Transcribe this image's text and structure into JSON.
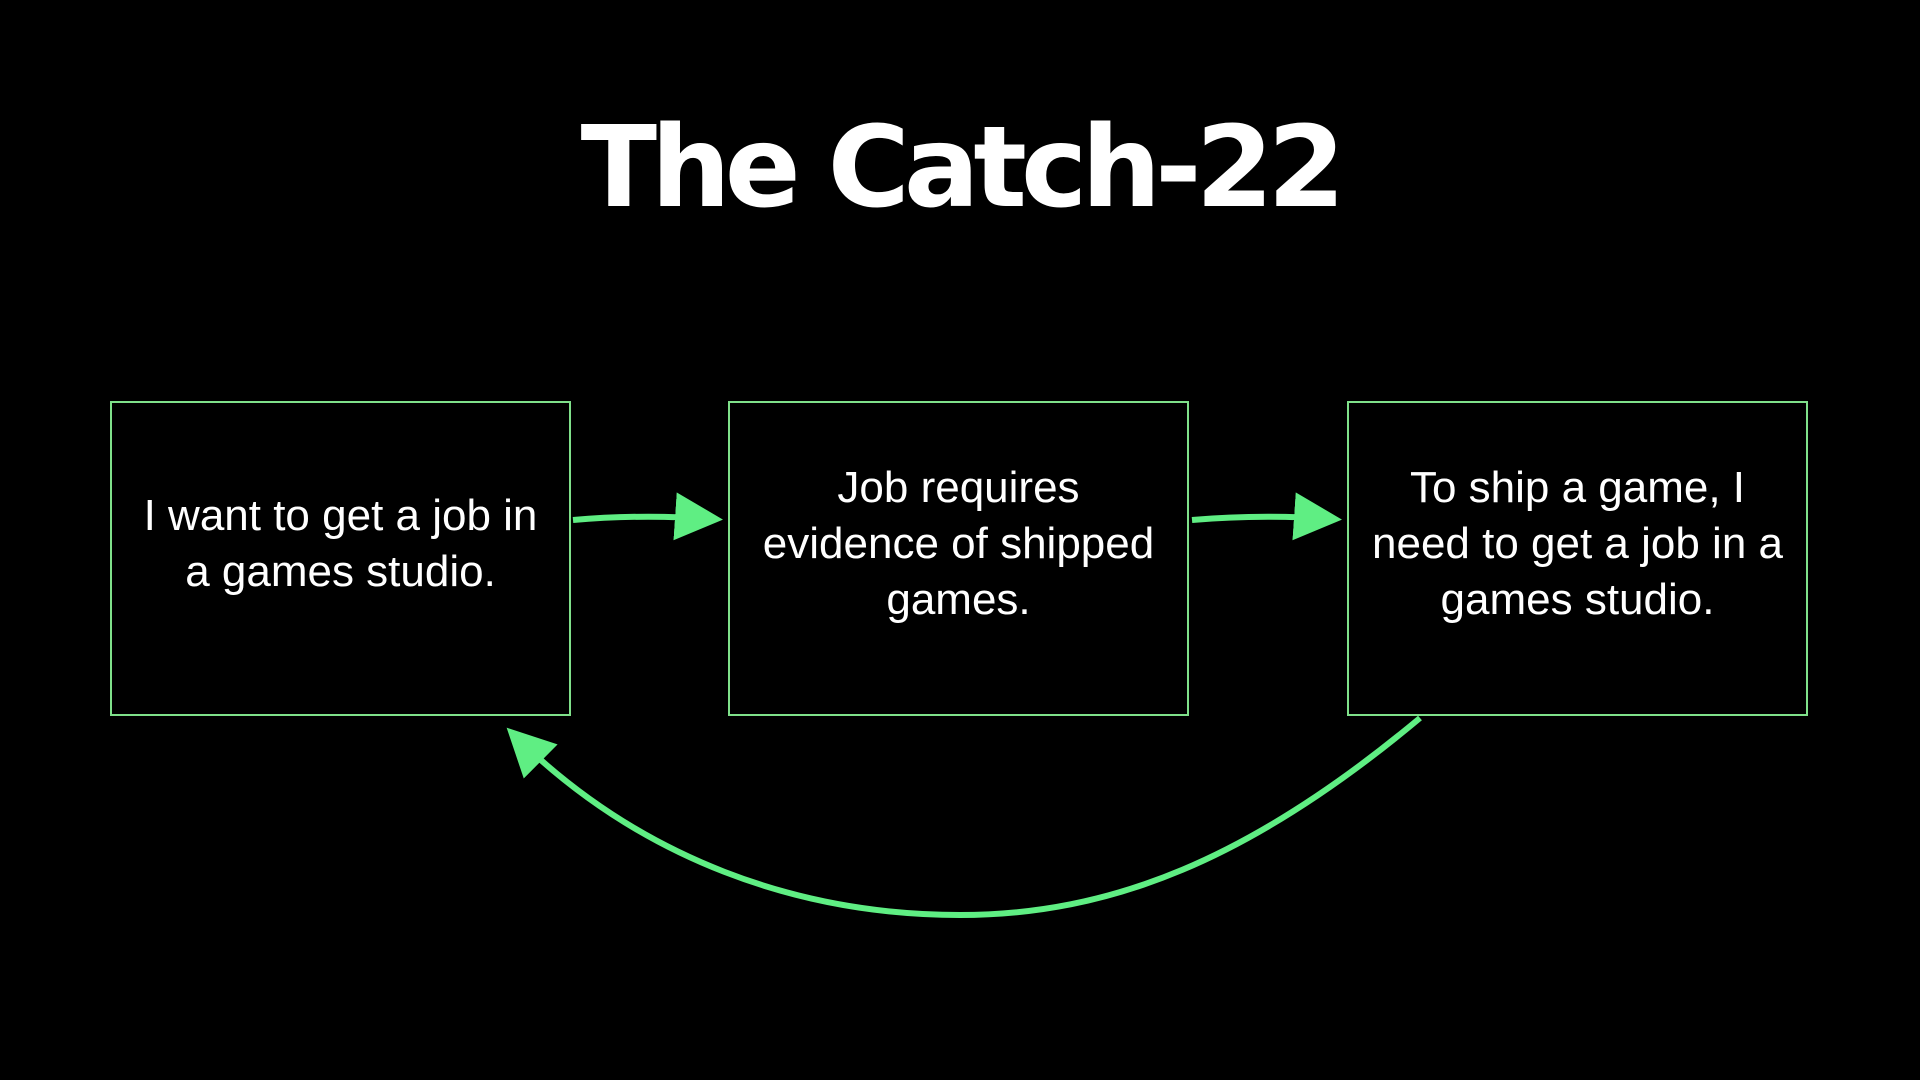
{
  "title": "The Catch-22",
  "colors": {
    "background": "#000000",
    "accent": "#5fee83",
    "box_border": "#7fe08a",
    "text": "#ffffff"
  },
  "boxes": [
    {
      "text": "I want to get a job in a games studio."
    },
    {
      "text": "Job requires evidence of shipped games."
    },
    {
      "text": "To ship a game, I need to get a job in a games studio."
    }
  ],
  "arrows": [
    {
      "from": "box-1",
      "to": "box-2"
    },
    {
      "from": "box-2",
      "to": "box-3"
    },
    {
      "from": "box-3",
      "to": "box-1"
    }
  ]
}
